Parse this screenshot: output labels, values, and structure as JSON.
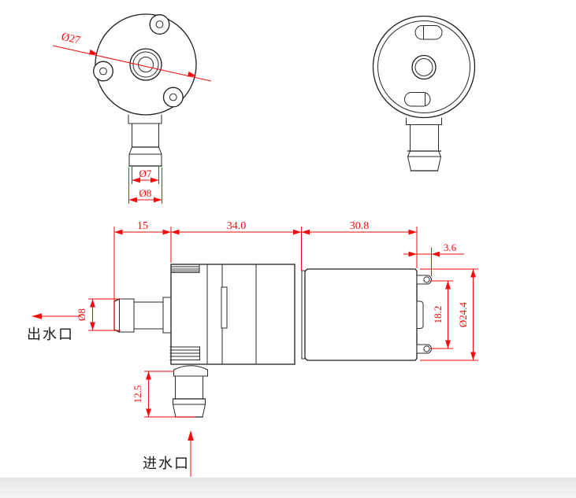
{
  "drawing": {
    "type": "engineering-dimension-drawing",
    "subject": "micro water pump (front view, rear view, side view)",
    "dims": {
      "front_body_diameter": "Ø27",
      "front_barb_inner": "Ø7",
      "front_barb_outer": "Ø8",
      "outlet_length": "15",
      "pump_body_length": "34.0",
      "motor_length": "30.8",
      "terminal_offset": "3.6",
      "terminal_spacing": "18.2",
      "motor_diameter": "Ø24.4",
      "outlet_barb_diameter": "Ø8",
      "inlet_barb_length": "12.5"
    },
    "labels": {
      "outlet": "出水口",
      "inlet": "进水口"
    },
    "colors": {
      "dimension_red": "#f40b0b",
      "outline_black": "#1f1f1f",
      "footer_gray": "#ececec"
    }
  }
}
